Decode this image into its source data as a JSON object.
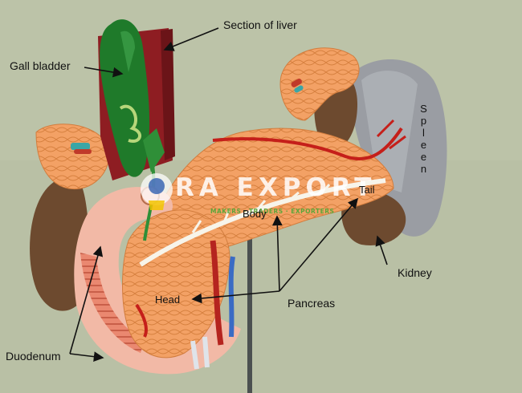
{
  "labels": {
    "section_of_liver": "Section of liver",
    "gall_bladder": "Gall bladder",
    "spleen": "Spleen",
    "tail": "Tail",
    "body": "Body",
    "kidney": "Kidney",
    "pancreas": "Pancreas",
    "head": "Head",
    "duodenum": "Duodenum"
  },
  "watermark": {
    "brand": "RA EXPORT",
    "tagline": "MAKERS · TRADERS · EXPORTERS"
  },
  "colors": {
    "background": "#b9c0a5",
    "pancreas": "#f3a165",
    "liver": "#8e1d22",
    "gall_bladder": "#1f7a2a",
    "kidney": "#6d4a2f",
    "spleen": "#9a9da3",
    "arrow": "#111111"
  }
}
